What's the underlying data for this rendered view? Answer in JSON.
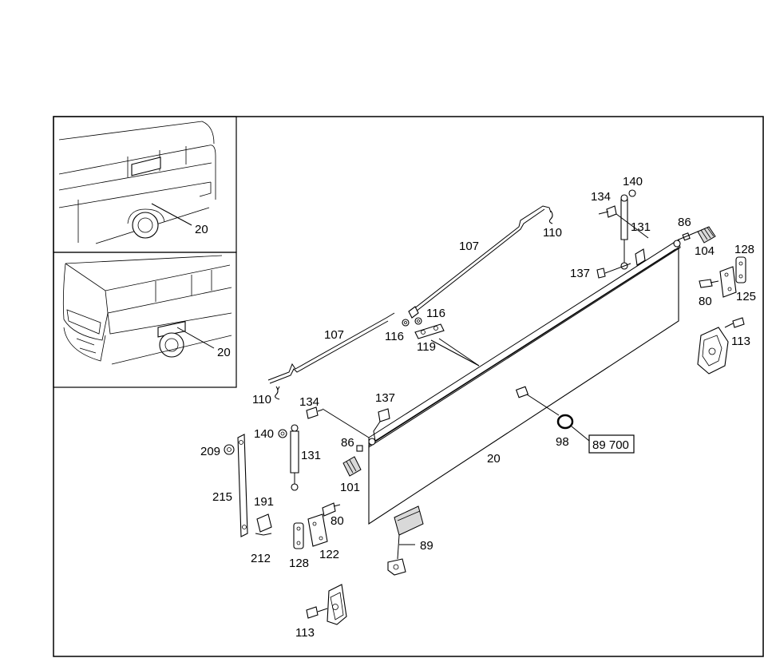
{
  "diagram": {
    "callouts": [
      {
        "id": "inset1_20",
        "text": "20"
      },
      {
        "id": "inset2_20",
        "text": "20"
      },
      {
        "id": "c140_top",
        "text": "140"
      },
      {
        "id": "c134_top",
        "text": "134"
      },
      {
        "id": "c131_top",
        "text": "131"
      },
      {
        "id": "c86_top",
        "text": "86"
      },
      {
        "id": "c104",
        "text": "104"
      },
      {
        "id": "c128_top",
        "text": "128"
      },
      {
        "id": "c107_top",
        "text": "107"
      },
      {
        "id": "c110_top",
        "text": "110"
      },
      {
        "id": "c137_top",
        "text": "137"
      },
      {
        "id": "c80_top",
        "text": "80"
      },
      {
        "id": "c125",
        "text": "125"
      },
      {
        "id": "c116_a",
        "text": "116"
      },
      {
        "id": "c116_b",
        "text": "116"
      },
      {
        "id": "c119",
        "text": "119"
      },
      {
        "id": "c113_top",
        "text": "113"
      },
      {
        "id": "c107_mid",
        "text": "107"
      },
      {
        "id": "c110_mid",
        "text": "110"
      },
      {
        "id": "c134_mid",
        "text": "134"
      },
      {
        "id": "c137_mid",
        "text": "137"
      },
      {
        "id": "c140_mid",
        "text": "140"
      },
      {
        "id": "c86_mid",
        "text": "86"
      },
      {
        "id": "c131_mid",
        "text": "131"
      },
      {
        "id": "c209",
        "text": "209"
      },
      {
        "id": "c101",
        "text": "101"
      },
      {
        "id": "c98",
        "text": "98"
      },
      {
        "id": "c20_main",
        "text": "20"
      },
      {
        "id": "c215",
        "text": "215"
      },
      {
        "id": "c191",
        "text": "191"
      },
      {
        "id": "c80_mid",
        "text": "80"
      },
      {
        "id": "c89",
        "text": "89"
      },
      {
        "id": "c212",
        "text": "212"
      },
      {
        "id": "c128_mid",
        "text": "128"
      },
      {
        "id": "c122",
        "text": "122"
      },
      {
        "id": "c113_bot",
        "text": "113"
      }
    ],
    "reference_box": {
      "text": "89 700"
    }
  }
}
